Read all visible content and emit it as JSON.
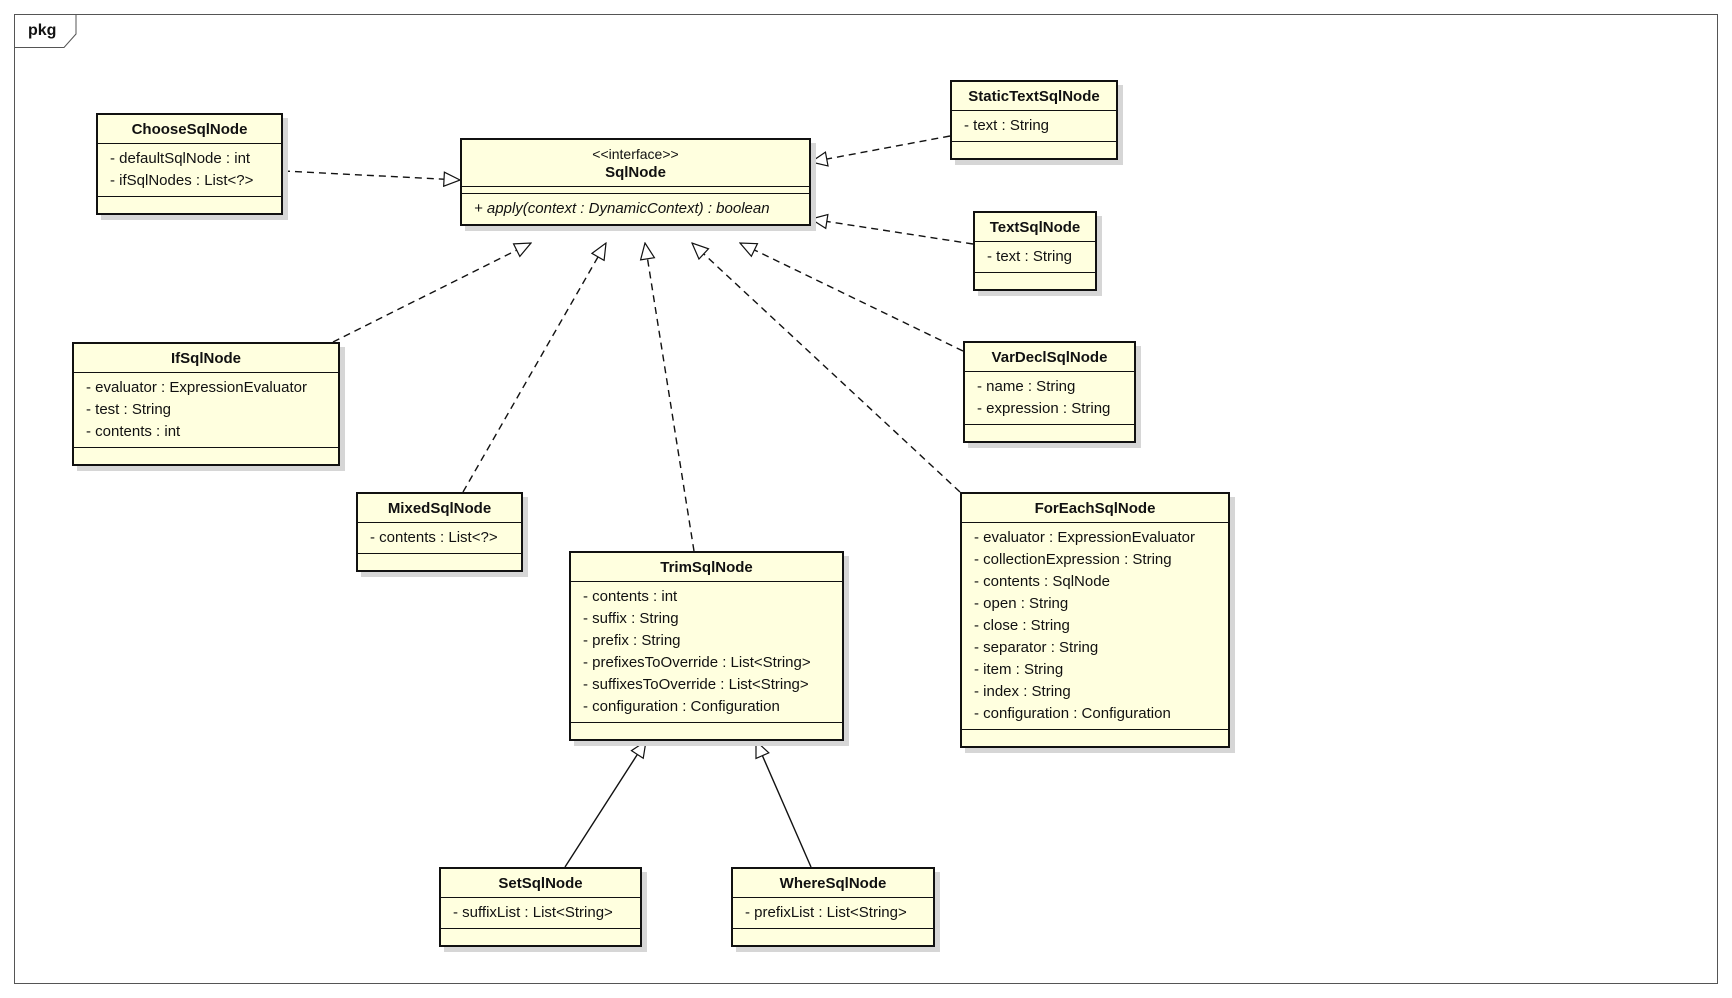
{
  "frame": {
    "label": "pkg"
  },
  "interface": {
    "stereotype": "<<interface>>",
    "name": "SqlNode",
    "operations": [
      "+ apply(context : DynamicContext) : boolean"
    ]
  },
  "classes": {
    "choose": {
      "name": "ChooseSqlNode",
      "attributes": [
        "- defaultSqlNode : int",
        "- ifSqlNodes : List<?>"
      ]
    },
    "statictext": {
      "name": "StaticTextSqlNode",
      "attributes": [
        "- text : String"
      ]
    },
    "text": {
      "name": "TextSqlNode",
      "attributes": [
        "- text : String"
      ]
    },
    "ifnode": {
      "name": "IfSqlNode",
      "attributes": [
        "- evaluator : ExpressionEvaluator",
        "- test : String",
        "- contents : int"
      ]
    },
    "vardecl": {
      "name": "VarDeclSqlNode",
      "attributes": [
        "- name : String",
        "- expression : String"
      ]
    },
    "mixed": {
      "name": "MixedSqlNode",
      "attributes": [
        "- contents : List<?>"
      ]
    },
    "trim": {
      "name": "TrimSqlNode",
      "attributes": [
        "- contents : int",
        "- suffix : String",
        "- prefix : String",
        "- prefixesToOverride : List<String>",
        "- suffixesToOverride : List<String>",
        "- configuration : Configuration"
      ]
    },
    "foreach": {
      "name": "ForEachSqlNode",
      "attributes": [
        "- evaluator : ExpressionEvaluator",
        "- collectionExpression : String",
        "- contents : SqlNode",
        "- open : String",
        "- close : String",
        "- separator : String",
        "- item : String",
        "- index : String",
        "- configuration : Configuration"
      ]
    },
    "set": {
      "name": "SetSqlNode",
      "attributes": [
        "- suffixList : List<String>"
      ]
    },
    "where": {
      "name": "WhereSqlNode",
      "attributes": [
        "- prefixList : List<String>"
      ]
    }
  },
  "relations": [
    {
      "from": "ChooseSqlNode",
      "to": "SqlNode",
      "kind": "realization"
    },
    {
      "from": "StaticTextSqlNode",
      "to": "SqlNode",
      "kind": "realization"
    },
    {
      "from": "TextSqlNode",
      "to": "SqlNode",
      "kind": "realization"
    },
    {
      "from": "IfSqlNode",
      "to": "SqlNode",
      "kind": "realization"
    },
    {
      "from": "MixedSqlNode",
      "to": "SqlNode",
      "kind": "realization"
    },
    {
      "from": "TrimSqlNode",
      "to": "SqlNode",
      "kind": "realization"
    },
    {
      "from": "ForEachSqlNode",
      "to": "SqlNode",
      "kind": "realization"
    },
    {
      "from": "VarDeclSqlNode",
      "to": "SqlNode",
      "kind": "realization"
    },
    {
      "from": "SetSqlNode",
      "to": "TrimSqlNode",
      "kind": "generalization"
    },
    {
      "from": "WhereSqlNode",
      "to": "TrimSqlNode",
      "kind": "generalization"
    }
  ]
}
